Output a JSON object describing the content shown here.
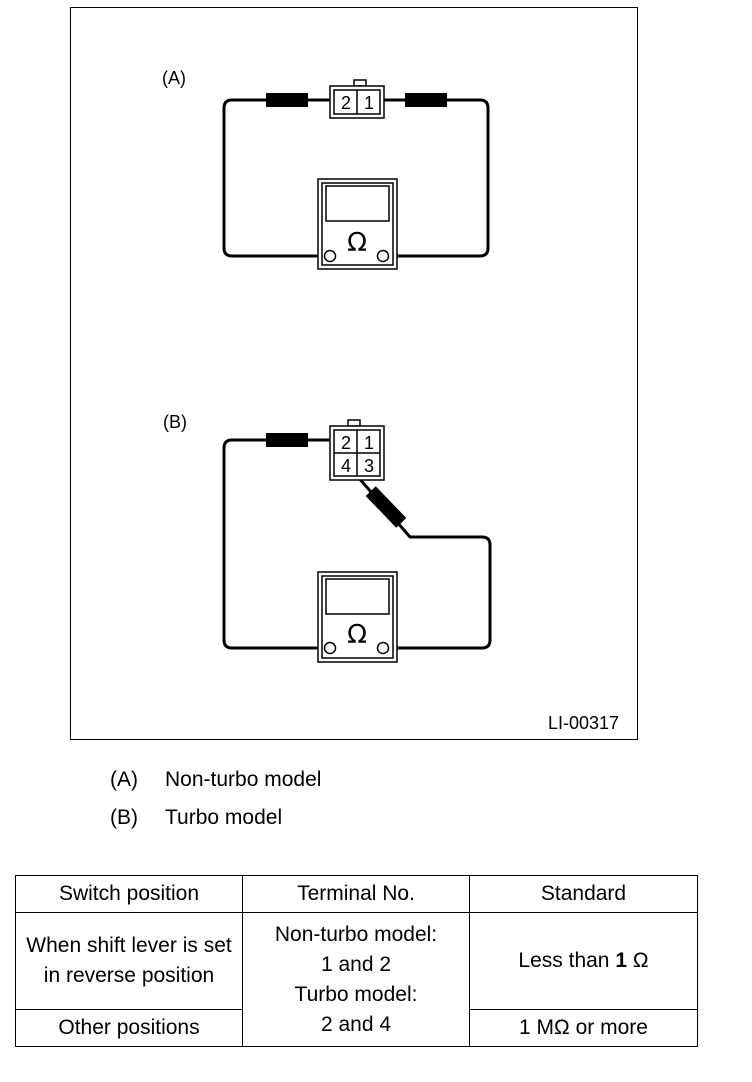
{
  "diagram": {
    "label_a": "(A)",
    "label_b": "(B)",
    "figure_code": "LI-00317",
    "ohm_symbol": "Ω",
    "connector_a_terminals": [
      "2",
      "1"
    ],
    "connector_b_terminals": [
      "2",
      "1",
      "4",
      "3"
    ]
  },
  "legend": [
    {
      "key": "(A)",
      "text": "Non-turbo model"
    },
    {
      "key": "(B)",
      "text": "Turbo model"
    }
  ],
  "table": {
    "headers": [
      "Switch position",
      "Terminal No.",
      "Standard"
    ],
    "row1_switch": "When shift lever is set in reverse position",
    "row2_switch": "Other positions",
    "terminal_line1": "Non-turbo model:",
    "terminal_line2": "1 and 2",
    "terminal_line3": "Turbo model:",
    "terminal_line4": "2 and 4",
    "standard1_prefix": "Less than ",
    "standard1_value": "1",
    "standard1_unit": " Ω",
    "standard2": "1 MΩ or more"
  }
}
